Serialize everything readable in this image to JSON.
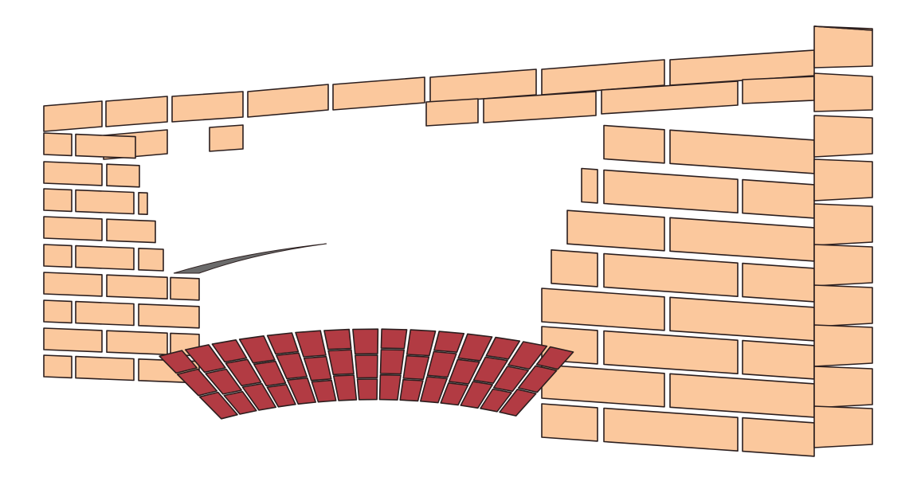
{
  "illustration": {
    "subject": "brick-arch-wall",
    "colors": {
      "background": "#ffffff",
      "wall_brick": "#fbc89d",
      "arch_brick": "#b23b43",
      "mortar": "#ffffff",
      "outline": "#2b1e1e",
      "soffit_shadow": "#6b6b6b"
    },
    "parts": {
      "left_pier_courses": 10,
      "right_pier_courses": 9,
      "arch_voussoirs": 15,
      "arch_rows": 3
    }
  }
}
